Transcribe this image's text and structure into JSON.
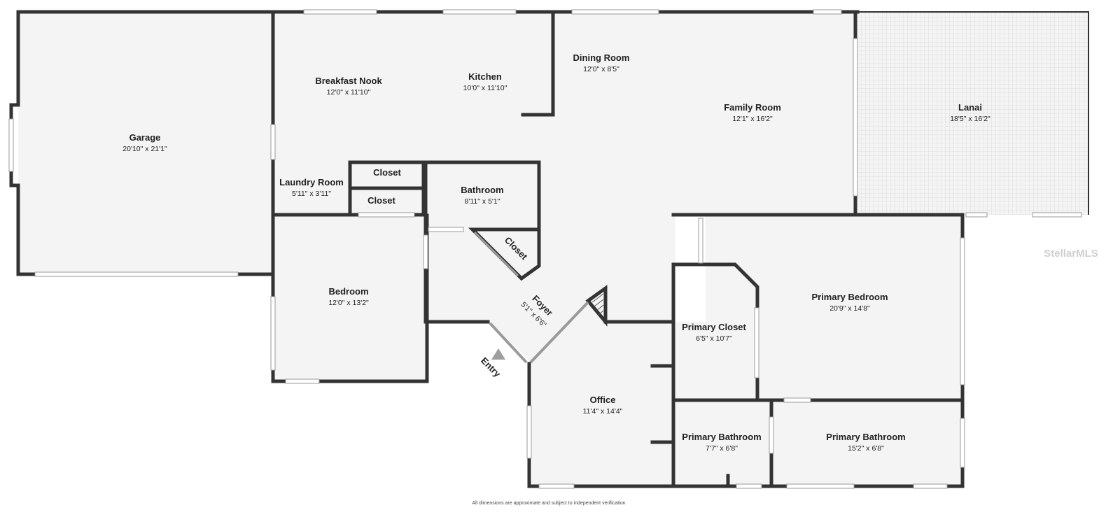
{
  "rooms": {
    "garage": {
      "name": "Garage",
      "dims": "20'10\" x 21'1\""
    },
    "breakfast_nook": {
      "name": "Breakfast Nook",
      "dims": "12'0\" x 11'10\""
    },
    "kitchen": {
      "name": "Kitchen",
      "dims": "10'0\" x 11'10\""
    },
    "dining_room": {
      "name": "Dining Room",
      "dims": "12'0\" x 8'5\""
    },
    "family_room": {
      "name": "Family Room",
      "dims": "12'1\" x 16'2\""
    },
    "lanai": {
      "name": "Lanai",
      "dims": "18'5\" x 16'2\""
    },
    "laundry_room": {
      "name": "Laundry Room",
      "dims": "5'11\" x 3'11\""
    },
    "closet_top": {
      "name": "Closet"
    },
    "closet_mid": {
      "name": "Closet"
    },
    "bathroom": {
      "name": "Bathroom",
      "dims": "8'11\" x 5'1\""
    },
    "closet_angled": {
      "name": "Closet"
    },
    "bedroom": {
      "name": "Bedroom",
      "dims": "12'0\" x 13'2\""
    },
    "foyer": {
      "name": "Foyer",
      "dims": "5'1\" x 6'6\""
    },
    "primary_bedroom": {
      "name": "Primary Bedroom",
      "dims": "20'9\" x 14'8\""
    },
    "primary_closet": {
      "name": "Primary Closet",
      "dims": "6'5\" x 10'7\""
    },
    "office": {
      "name": "Office",
      "dims": "11'4\" x 14'4\""
    },
    "primary_bath_small": {
      "name": "Primary Bathroom",
      "dims": "7'7\" x 6'8\""
    },
    "primary_bath_large": {
      "name": "Primary Bathroom",
      "dims": "15'2\" x 6'8\""
    }
  },
  "entry_label": "Entry",
  "watermark": "StellarMLS",
  "disclaimer": "All dimensions are approximate and subject to independent verification",
  "colors": {
    "wall": "#333333",
    "floor": "#f4f4f4",
    "lanai_tile": "#ececec",
    "entry_marker": "#9e9e9e"
  }
}
